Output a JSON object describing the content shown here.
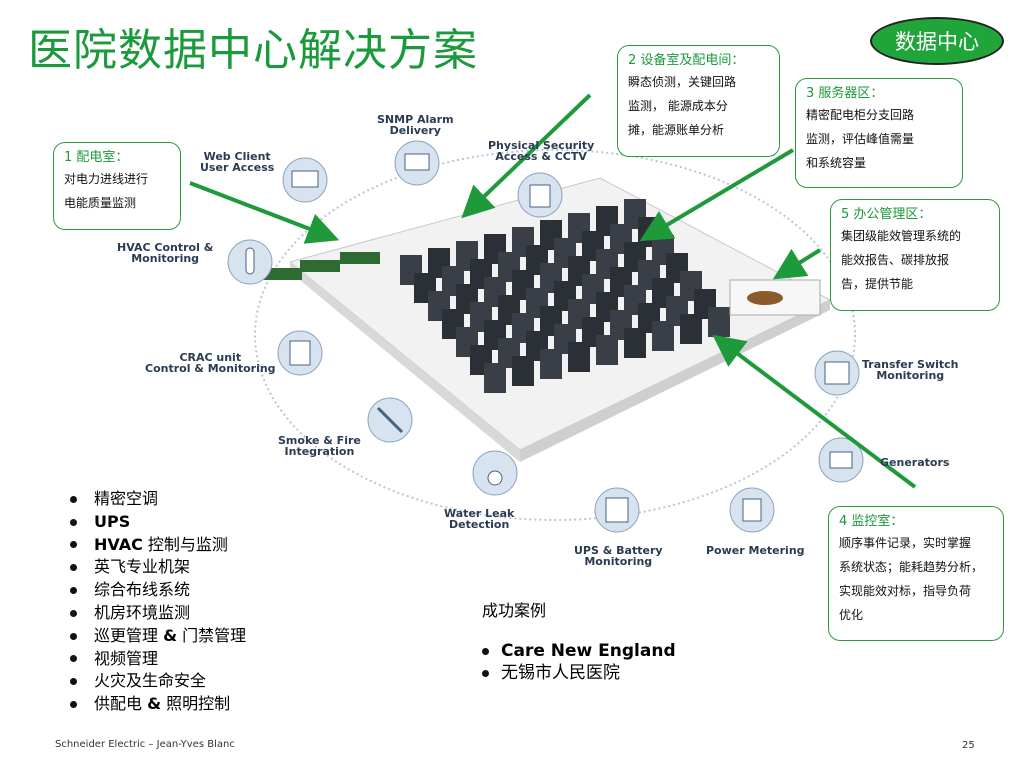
{
  "title": "医院数据中心解决方案",
  "badge": "数据中心",
  "callouts": {
    "c1": {
      "title": "1 配电室：",
      "body": [
        "对电力进线进行",
        "电能质量监测"
      ]
    },
    "c2": {
      "title": "2 设备室及配电间：",
      "body": [
        "瞬态侦测，关键回路",
        "监测， 能源成本分",
        "摊，能源账单分析"
      ]
    },
    "c3": {
      "title": "3 服务器区：",
      "body": [
        "精密配电柜分支回路",
        "监测，评估峰值需量",
        "和系统容量"
      ]
    },
    "c5": {
      "title": "5 办公管理区：",
      "body": [
        "集团级能效管理系统的",
        "能效报告、碳排放报",
        "告，提供节能"
      ]
    },
    "c4": {
      "title": "4 监控室：",
      "body": [
        "顺序事件记录，实时掌握",
        "系统状态；能耗趋势分析，",
        "实现能效对标，指导负荷",
        "优化"
      ]
    }
  },
  "diagram_labels": {
    "snmp": "SNMP Alarm\nDelivery",
    "physical": "Physical Security\nAccess & CCTV",
    "web": "Web Client\nUser Access",
    "hvac": "HVAC Control &\nMonitoring",
    "crac": "CRAC unit\nControl & Monitoring",
    "smoke": "Smoke & Fire\nIntegration",
    "water": "Water Leak\nDetection",
    "ups": "UPS & Battery\nMonitoring",
    "power": "Power Metering",
    "transfer": "Transfer Switch\nMonitoring",
    "generators": "Generators"
  },
  "bullets": [
    [
      {
        "t": "精密空调",
        "b": false
      }
    ],
    [
      {
        "t": "UPS",
        "b": true
      }
    ],
    [
      {
        "t": "HVAC",
        "b": true
      },
      {
        "t": " 控制与监测",
        "b": false
      }
    ],
    [
      {
        "t": "英飞专业机架",
        "b": false
      }
    ],
    [
      {
        "t": "综合布线系统",
        "b": false
      }
    ],
    [
      {
        "t": "机房环境监测",
        "b": false
      }
    ],
    [
      {
        "t": "巡更管理 ",
        "b": false
      },
      {
        "t": "&",
        "b": true
      },
      {
        "t": " 门禁管理",
        "b": false
      }
    ],
    [
      {
        "t": "视频管理",
        "b": false
      }
    ],
    [
      {
        "t": "火灾及生命安全",
        "b": false
      }
    ],
    [
      {
        "t": "供配电 ",
        "b": false
      },
      {
        "t": "&",
        "b": true
      },
      {
        "t": " 照明控制",
        "b": false
      }
    ]
  ],
  "cases_title": "成功案例",
  "cases": [
    {
      "t": "Care New England",
      "b": true
    },
    {
      "t": "无锡市人民医院",
      "b": false
    }
  ],
  "footer": "Schneider Electric – Jean-Yves Blanc",
  "page_number": "25",
  "colors": {
    "green": "#1a9a3a",
    "arrow": "#1f9a3a",
    "label": "#2a3b52"
  }
}
